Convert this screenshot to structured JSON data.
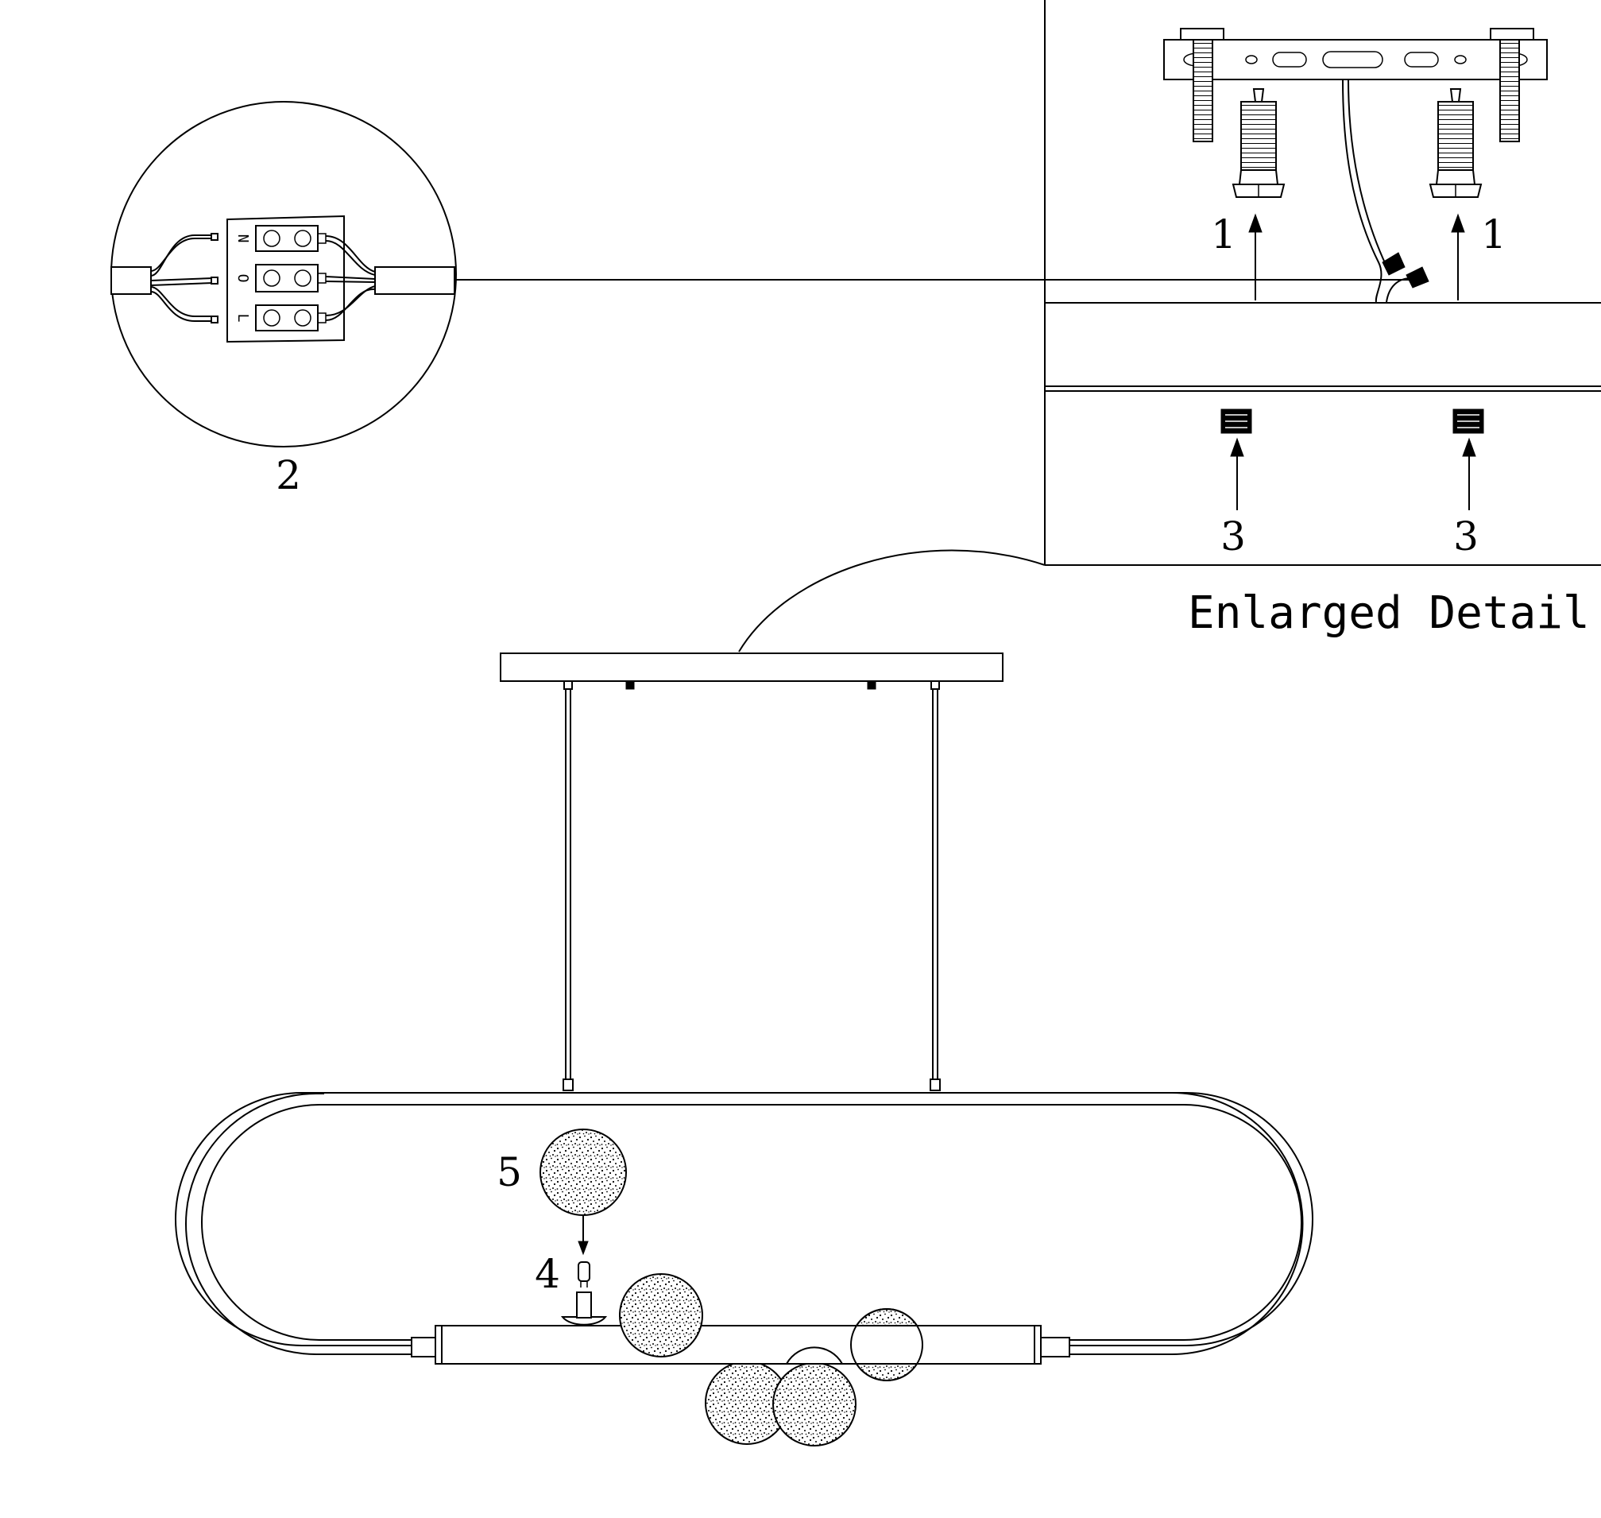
{
  "callouts": {
    "screw_left": "1",
    "screw_right": "1",
    "terminal_block": "2",
    "cap_left": "3",
    "cap_right": "3",
    "bulb": "4",
    "globe": "5"
  },
  "terminal_labels": {
    "neutral": "N",
    "ground": "O",
    "live": "L"
  },
  "detail_caption": "Enlarged Detail"
}
